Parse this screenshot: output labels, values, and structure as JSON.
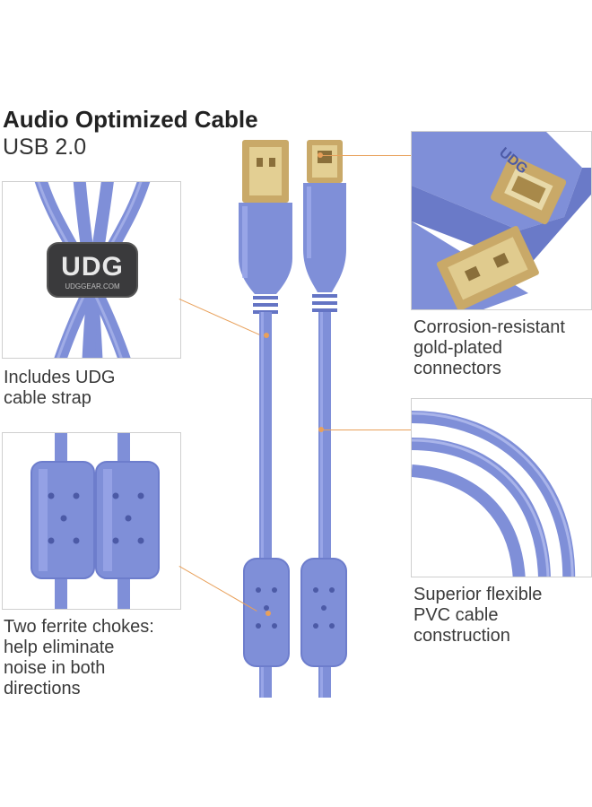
{
  "header": {
    "title": "Audio Optimized Cable",
    "subtitle": "USB 2.0"
  },
  "colors": {
    "cable": "#7f8fd8",
    "cable_dark": "#5a6ab8",
    "gold": "#c9a968",
    "leader": "#e8a05a"
  },
  "features": [
    {
      "caption": "Includes UDG\ncable strap"
    },
    {
      "caption": "Two ferrite chokes:\nhelp eliminate\nnoise in both\ndirections"
    },
    {
      "caption": "Corrosion-resistant\ngold-plated\nconnectors"
    },
    {
      "caption": "Superior flexible\nPVC cable\nconstruction"
    }
  ],
  "strap_logo": "UDG",
  "strap_text": "UDGGEAR.COM",
  "connector_logo": "UDG"
}
